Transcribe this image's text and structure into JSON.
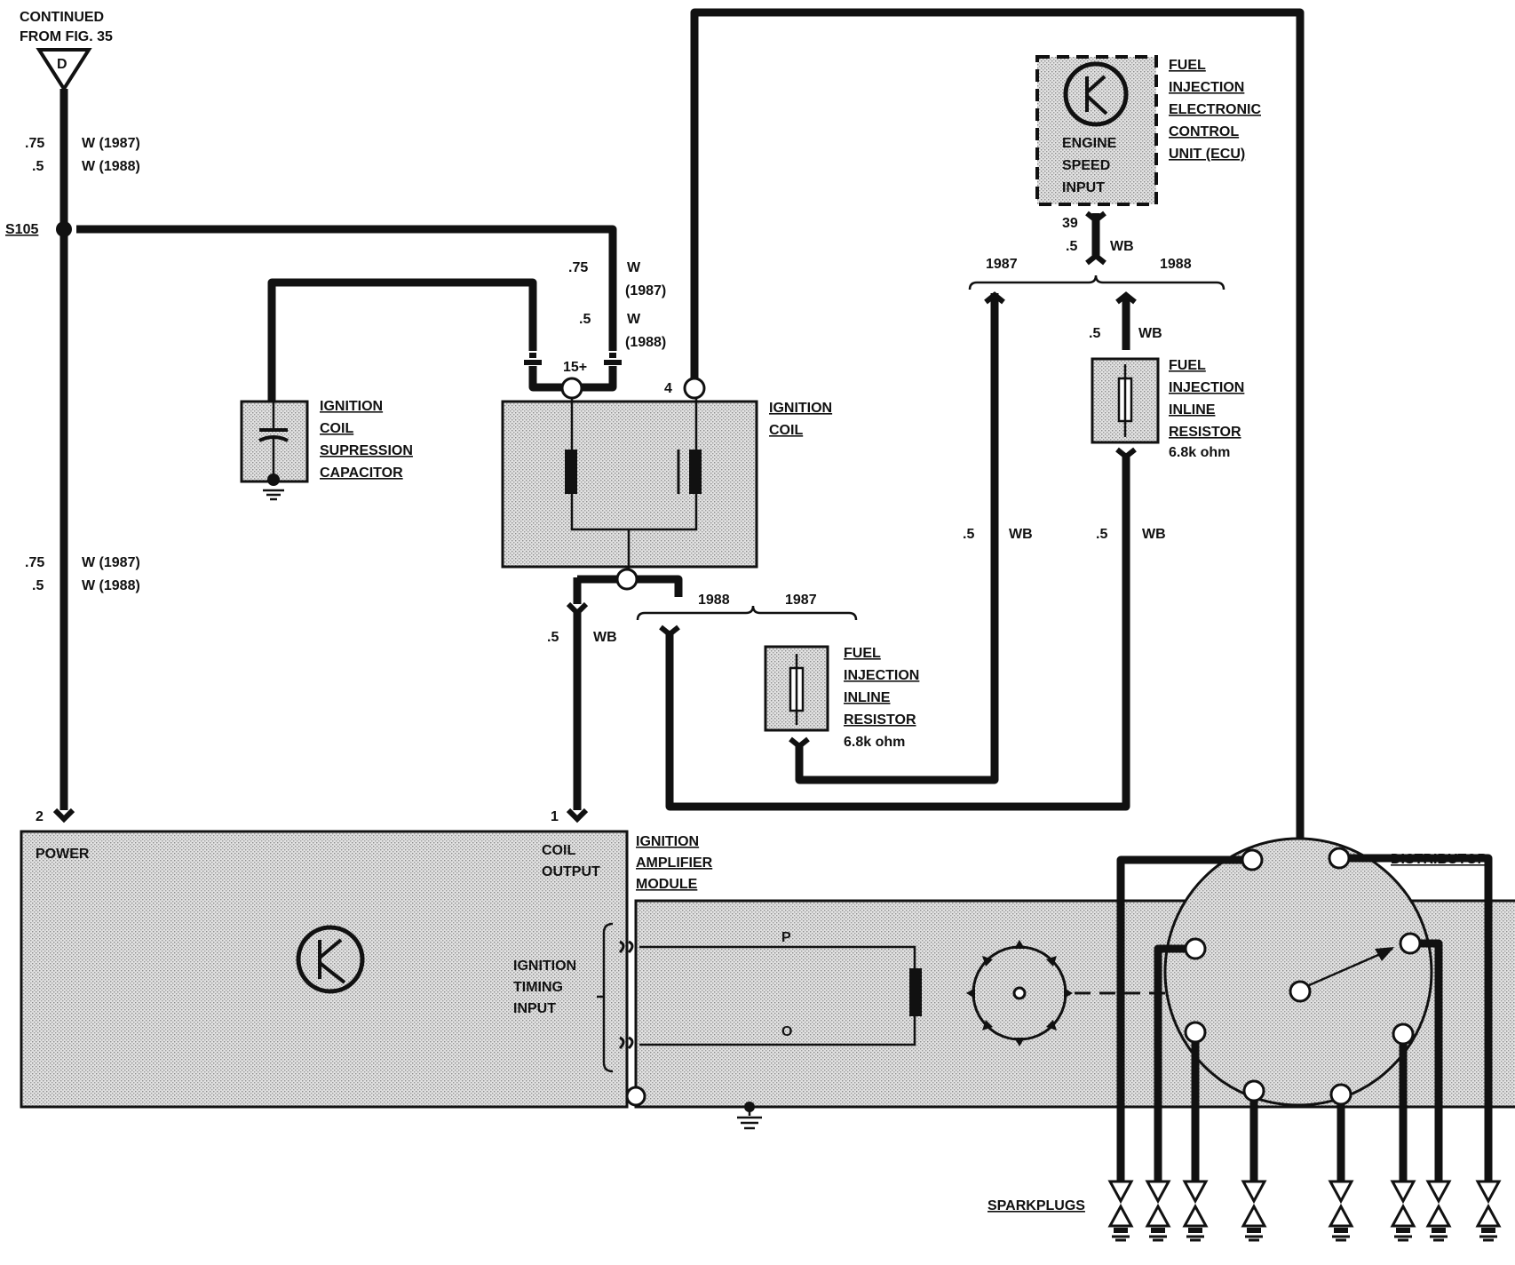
{
  "header": {
    "line1": "CONTINUED",
    "line2": "FROM FIG. 35"
  },
  "connector_d": "D",
  "splice": "S105",
  "wire_specs": {
    "top_left": {
      "size1": ".75",
      "color1": "W (1987)",
      "size2": ".5",
      "color2": "W (1988)"
    },
    "mid_left": {
      "size1": ".75",
      "color1": "W (1987)",
      "size2": ".5",
      "color2": "W (1988)"
    },
    "coil_in": {
      "size1": ".75",
      "color1": "W",
      "year1": "(1987)",
      "size2": ".5",
      "color2": "W",
      "year2": "(1988)"
    },
    "coil_out": {
      "size": ".5",
      "color": "WB"
    },
    "ecu": {
      "pin": "39",
      "size": ".5",
      "color": "WB"
    },
    "res_top": {
      "size": ".5",
      "color": "WB"
    },
    "right_a": {
      "size": ".5",
      "color": "WB"
    },
    "right_b": {
      "size": ".5",
      "color": "WB"
    }
  },
  "years": {
    "y1987": "1987",
    "y1988": "1988"
  },
  "terminals": {
    "coil_plus": "15+",
    "coil_4": "4",
    "pin2": "2",
    "pin1": "1"
  },
  "components": {
    "capacitor": [
      "IGNITION",
      "COIL",
      "SUPRESSION",
      "CAPACITOR"
    ],
    "coil": [
      "IGNITION",
      "COIL"
    ],
    "ecu": [
      "FUEL",
      "INJECTION",
      "ELECTRONIC",
      "CONTROL",
      "UNIT (ECU)"
    ],
    "ecu_inner": [
      "ENGINE",
      "SPEED",
      "INPUT"
    ],
    "resistor_right": [
      "FUEL",
      "INJECTION",
      "INLINE",
      "RESISTOR"
    ],
    "resistor_right_value": "6.8k ohm",
    "resistor_mid": [
      "FUEL",
      "INJECTION",
      "INLINE",
      "RESISTOR"
    ],
    "resistor_mid_value": "6.8k ohm",
    "module": [
      "IGNITION",
      "AMPLIFIER",
      "MODULE"
    ],
    "distributor": "DISTRIBUTOR",
    "sparkplugs": "SPARKPLUGS"
  },
  "module_labels": {
    "power": "POWER",
    "coil_output": [
      "COIL",
      "OUTPUT"
    ],
    "timing_input": [
      "IGNITION",
      "TIMING",
      "INPUT"
    ],
    "p": "P",
    "o": "O"
  }
}
